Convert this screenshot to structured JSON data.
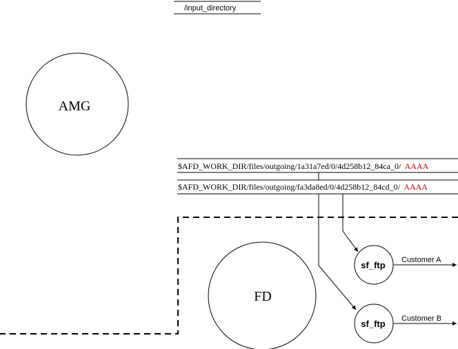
{
  "input_directory": "/input_directory",
  "amg_label": "AMG",
  "fd_label": "FD",
  "paths": [
    {
      "prefix": "$AFD_WORK_DIR/files/outgoing/1a31a7ed/0/4d258b12_84ca_0/",
      "suffix": "AAAA"
    },
    {
      "prefix": "$AFD_WORK_DIR/files/outgoing/fa3da8ed/0/4d258b12_84cd_0/",
      "suffix": "AAAA"
    }
  ],
  "processes": [
    {
      "label": "sf_ftp",
      "customer": "Customer A"
    },
    {
      "label": "sf_ftp",
      "customer": "Customer B"
    }
  ],
  "colors": {
    "stroke": "#000000",
    "highlight": "#cc0000",
    "background": "#ffffff"
  }
}
